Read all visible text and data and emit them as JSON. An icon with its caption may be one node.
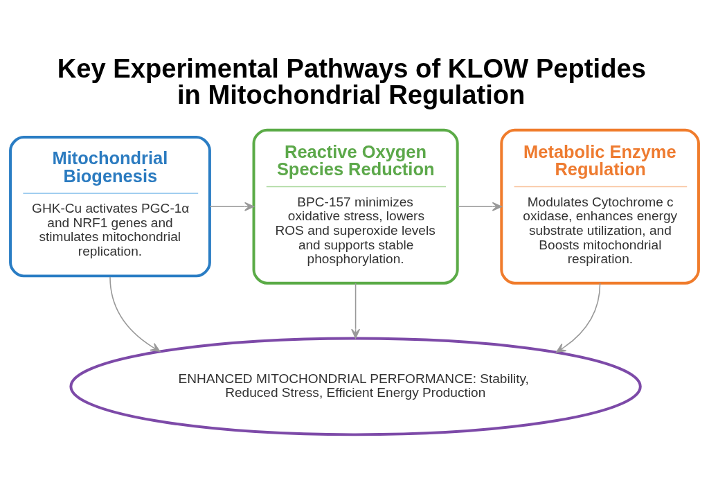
{
  "diagram": {
    "title": "Key Experimental Pathways of KLOW Peptides in Mitochondrial Regulation",
    "nodes": [
      {
        "text": [
          "Mitochondrial Biogenesis",
          "GHK-Cu activates PGC-1α and NRF1 genes and stimulates mitochondrial replication."
        ]
      },
      {
        "text": [
          "Reactive Oxygen Species Reduction",
          "BPC-157 minimizes oxidative stress, lowers ROS and superoxide levels and supports stable phosphorylation."
        ]
      },
      {
        "text": [
          "Metabolic Enzyme Regulation",
          "Modulates Cytochrome c oxidase, enhances energy substrate utilization, and Boosts mitochondrial respiration."
        ]
      },
      {
        "text": [
          "ENHANCED MITOCHONDRIAL PERFORMANCE: Stability, Reduced Stress, Efficient Energy Production"
        ]
      }
    ],
    "edges": [
      {
        "from": 0,
        "to": 1,
        "arrow": "to"
      },
      {
        "from": 1,
        "to": 2,
        "arrow": "to"
      },
      {
        "from": 0,
        "to": 3,
        "arrow": "to"
      },
      {
        "from": 1,
        "to": 3,
        "arrow": "to"
      },
      {
        "from": 2,
        "to": 3,
        "arrow": "to"
      }
    ]
  }
}
